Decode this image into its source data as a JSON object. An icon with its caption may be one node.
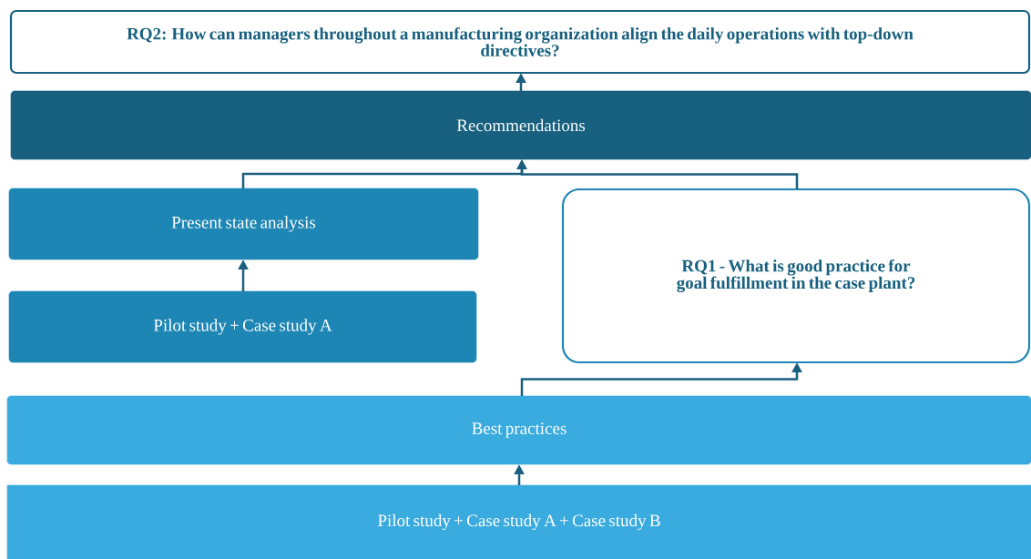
{
  "diagram": {
    "nodes": [
      {
        "text": [
          "RQ2: How can managers throughout a manufacturing organization align the daily operations with top-down directives?"
        ]
      },
      {
        "text": [
          "Recommendations"
        ]
      },
      {
        "text": [
          "Present state analysis"
        ]
      },
      {
        "text": [
          "RQ1 - What is good practice for goal fulfillment in the case plant?"
        ]
      },
      {
        "text": [
          "Pilot study + Case study A"
        ]
      },
      {
        "text": [
          "Best practices"
        ]
      },
      {
        "text": [
          "Pilot study + Case study A + Case study B"
        ]
      }
    ],
    "edges": [
      {
        "from": 1,
        "to": 0,
        "arrow": "to"
      },
      {
        "from": 2,
        "to": 1,
        "arrow": "to"
      },
      {
        "from": 3,
        "to": 1,
        "arrow": "to"
      },
      {
        "from": 4,
        "to": 2,
        "arrow": "to"
      },
      {
        "from": 5,
        "to": 3,
        "arrow": "to"
      },
      {
        "from": 6,
        "to": 5,
        "arrow": "to"
      }
    ]
  }
}
